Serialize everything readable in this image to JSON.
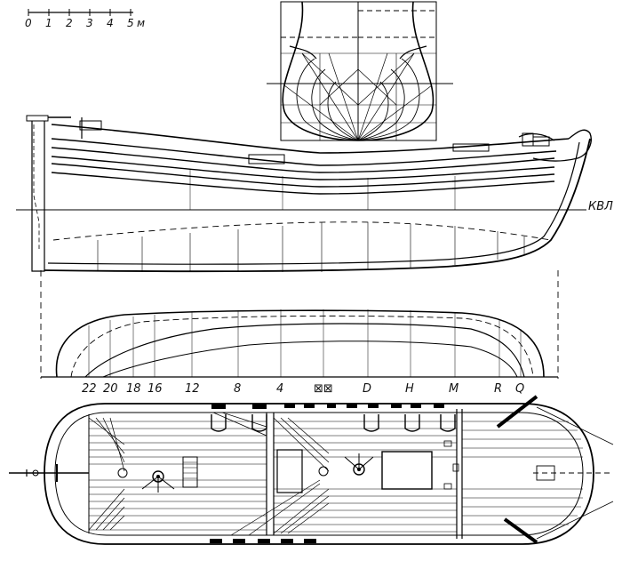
{
  "scale_bar": {
    "labels": [
      "0",
      "1",
      "2",
      "3",
      "4",
      "5",
      "м"
    ]
  },
  "waterline_label": "КВЛ",
  "station_labels": [
    "22",
    "20",
    "18",
    "16",
    "12",
    "8",
    "4",
    "⊠⊠",
    "D",
    "H",
    "M",
    "R",
    "Q"
  ]
}
